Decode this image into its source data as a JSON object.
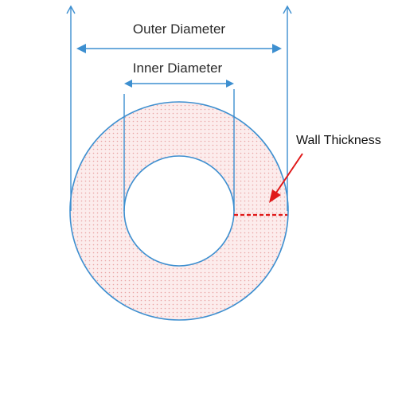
{
  "labels": {
    "outer_diameter": "Outer Diameter",
    "inner_diameter": "Inner Diameter",
    "wall_thickness": "Wall Thickness"
  },
  "colors": {
    "outline": "#3d8fd0",
    "ring_fill": "#fcecec",
    "ring_dots": "#e9a4a4",
    "wall_marker": "#e01818",
    "text": "#2a2a2a"
  }
}
